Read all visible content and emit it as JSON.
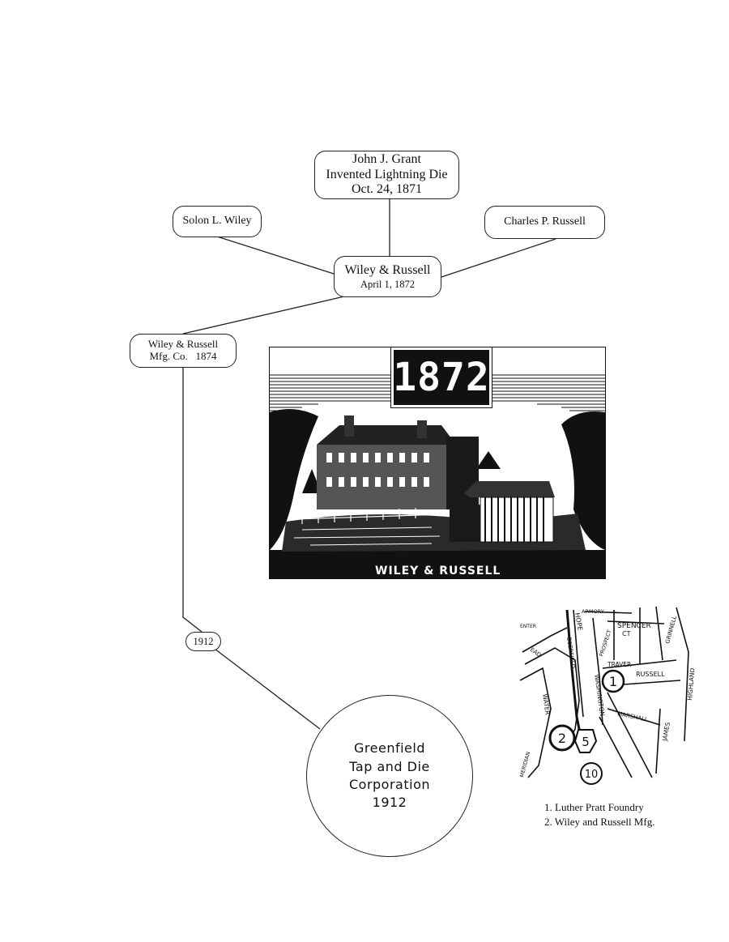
{
  "nodes": {
    "grant": {
      "line1": "John J. Grant",
      "line2": "Invented Lightning Die",
      "line3": "Oct. 24, 1871"
    },
    "wiley": {
      "label": "Solon L. Wiley"
    },
    "russell": {
      "label": "Charles P. Russell"
    },
    "wr": {
      "line1": "Wiley & Russell",
      "line2": "April 1, 1872"
    },
    "wrmfg": {
      "line1": "Wiley & Russell",
      "line2": "Mfg. Co.   1874"
    },
    "y1912": {
      "label": "1912"
    },
    "gtd": {
      "line1": "Greenfield",
      "line2": "Tap and Die",
      "line3": "Corporation",
      "line4": "1912"
    }
  },
  "illustration": {
    "year": "1872",
    "caption": "WILEY & RUSSELL"
  },
  "map": {
    "streets": {
      "armory": "ARMORY",
      "enter": "ENTER",
      "hope": "HOPE",
      "spencer": "SPENCER",
      "ct": "CT",
      "prospect": "PROSPECT",
      "grinnell": "GRINNELL",
      "deerfield": "DEERFIELD",
      "traver": "TRAVER",
      "russell": "RUSSELL",
      "washington": "WASHINGTON",
      "highland": "HIGHLAND",
      "mead": "EAD",
      "marshall": "MARSHALL",
      "water": "WATER",
      "james": "JAMES",
      "meridian": "MERIDIAN"
    },
    "markers": [
      "1",
      "2",
      "5",
      "10"
    ]
  },
  "legend": {
    "item1": "1. Luther Pratt Foundry",
    "item2": "2. Wiley and Russell Mfg."
  }
}
